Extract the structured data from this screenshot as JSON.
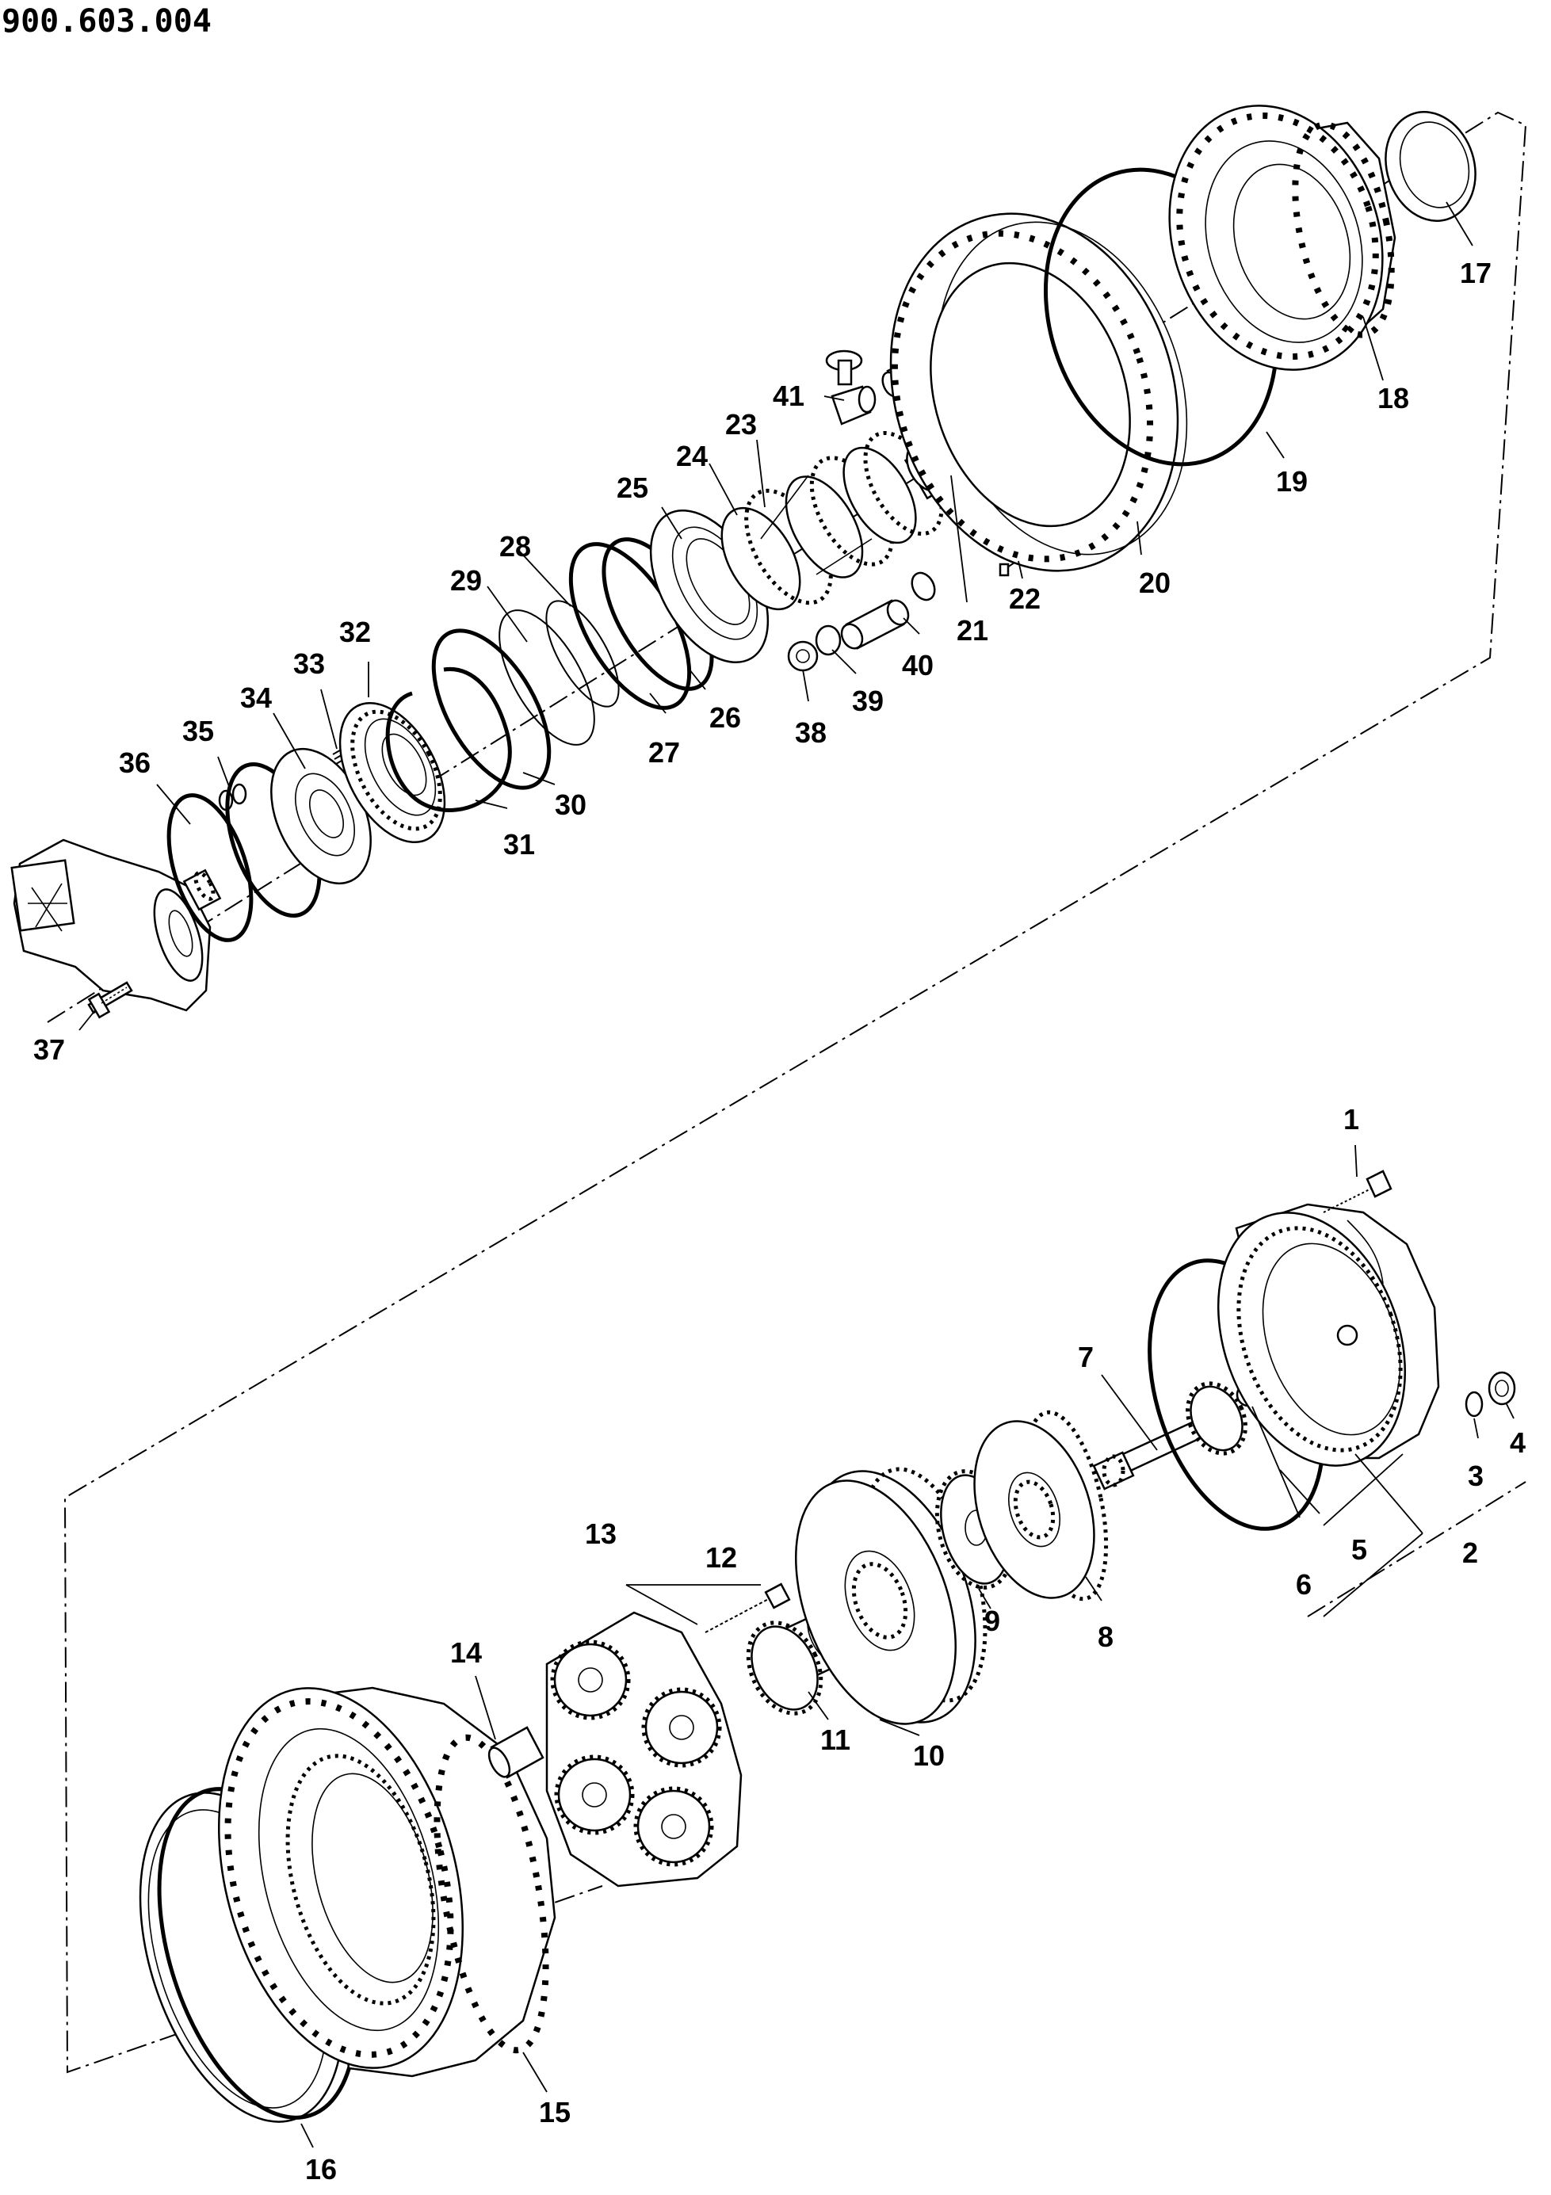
{
  "drawing_number": "900.603.004",
  "callouts": {
    "c1": "1",
    "c2": "2",
    "c3": "3",
    "c4": "4",
    "c5": "5",
    "c6": "6",
    "c7": "7",
    "c8": "8",
    "c9": "9",
    "c10": "10",
    "c11": "11",
    "c12": "12",
    "c13": "13",
    "c14": "14",
    "c15": "15",
    "c16": "16",
    "c17": "17",
    "c18": "18",
    "c19": "19",
    "c20": "20",
    "c21": "21",
    "c22": "22",
    "c23": "23",
    "c24": "24",
    "c25": "25",
    "c26": "26",
    "c27": "27",
    "c28": "28",
    "c29": "29",
    "c30": "30",
    "c31": "31",
    "c32": "32",
    "c33": "33",
    "c34": "34",
    "c35": "35",
    "c36": "36",
    "c37": "37",
    "c38": "38",
    "c39": "39",
    "c40": "40",
    "c41": "41"
  }
}
